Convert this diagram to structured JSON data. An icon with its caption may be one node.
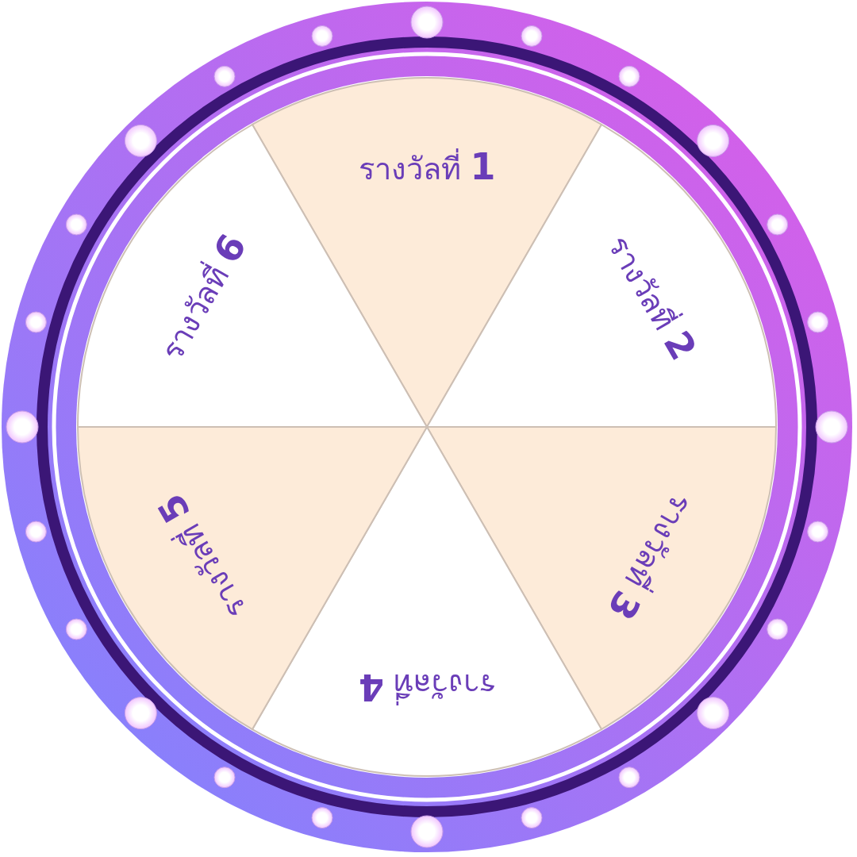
{
  "diagram": {
    "nodes": [
      {
        "text": [
          "รางวัลที่ **1**"
        ]
      },
      {
        "text": [
          "รางวัลที่ **2**"
        ]
      },
      {
        "text": [
          "รางวัลที่ **3**"
        ]
      },
      {
        "text": [
          "รางวัลที่ **4**"
        ]
      },
      {
        "text": [
          "รางวัลที่ **5**"
        ]
      },
      {
        "text": [
          "รางวัลที่ **6**"
        ]
      }
    ]
  }
}
